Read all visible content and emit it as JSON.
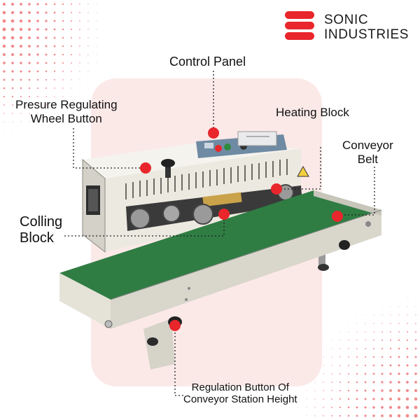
{
  "brand": {
    "line1": "SONIC",
    "line2": "INDUSTRIES",
    "accent_color": "#e8262b"
  },
  "labels": {
    "control_panel": "Control Panel",
    "pressure_wheel": {
      "line1": "Presure Regulating",
      "line2": "Wheel Button"
    },
    "heating_block": "Heating Block",
    "conveyor_belt": {
      "line1": "Conveyor",
      "line2": "Belt"
    },
    "cooling_block": {
      "line1": "Colling",
      "line2": "Block"
    },
    "regulation_button": {
      "line1": "Regulation Button Of",
      "line2": "Conveyor Station Height"
    }
  },
  "colors": {
    "marker": "#e8262b",
    "belt": "#2f7d43",
    "machine_body": "#ece9e0",
    "background_blob": "#fbe9e8",
    "leader_line": "#222222"
  },
  "icons": [
    "sonic-logo-icon",
    "marker-dot-icon"
  ]
}
